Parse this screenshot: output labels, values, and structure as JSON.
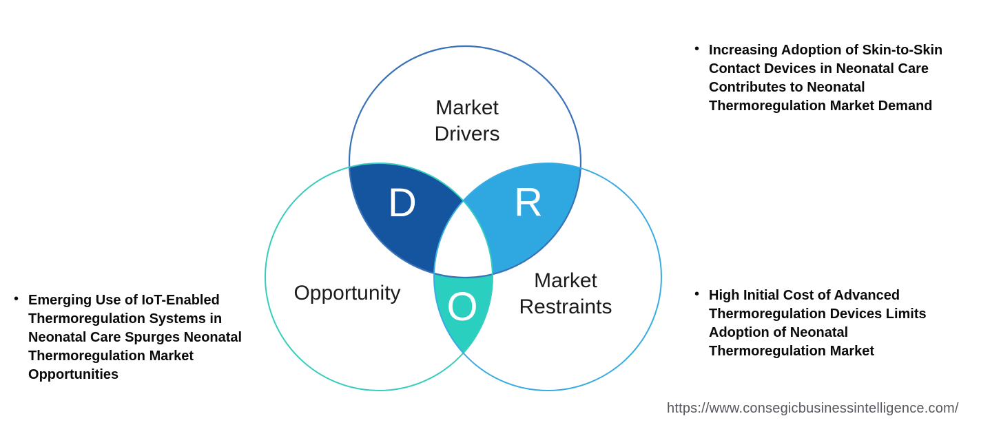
{
  "venn": {
    "letter_color": "#ffffff",
    "drivers": {
      "label_line1": "Market",
      "label_line2": "Drivers",
      "letter": "D",
      "overlap_fill": "#15549e",
      "stroke": "#3a72b8"
    },
    "opportunity": {
      "label": "Opportunity",
      "letter": "O",
      "overlap_fill": "#2acfc0",
      "stroke": "#36cdbd"
    },
    "restraints": {
      "label_line1": "Market",
      "label_line2": "Restraints",
      "letter": "R",
      "overlap_fill": "#2fa7e0",
      "stroke": "#38ace2"
    }
  },
  "bullets": {
    "marker": "•",
    "left": {
      "text": "Emerging Use of IoT-Enabled\nThermoregulation Systems in\nNeonatal Care Spurges Neonatal\nThermoregulation Market\nOpportunities"
    },
    "top_right": {
      "text": "Increasing Adoption of Skin-to-Skin\nContact Devices in Neonatal Care\nContributes to Neonatal\nThermoregulation Market Demand"
    },
    "bottom_right": {
      "text": "High Initial Cost of Advanced\nThermoregulation Devices Limits\nAdoption of Neonatal\nThermoregulation Market"
    }
  },
  "footer": {
    "url": "https://www.consegicbusinessintelligence.com/"
  }
}
